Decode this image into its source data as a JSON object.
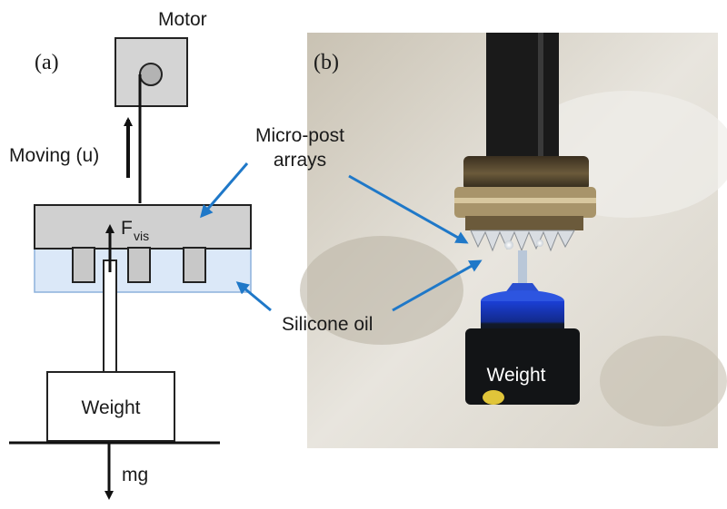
{
  "panel_a": {
    "label": "(a)",
    "motor": "Motor",
    "moving": "Moving (u)",
    "force_symbol": "F",
    "force_sub": "vis",
    "weight": "Weight",
    "gravity": "mg"
  },
  "annotations": {
    "micro_post_line1": "Micro-post",
    "micro_post_line2": "arrays",
    "silicone_oil": "Silicone oil"
  },
  "panel_b": {
    "label": "(b)",
    "weight": "Weight"
  },
  "colors": {
    "arrow_blue": "#1f78c8",
    "oil_blue": "#dbe8f8",
    "block_gray": "#d0d0d0",
    "motor_gray": "#d4d4d4"
  }
}
